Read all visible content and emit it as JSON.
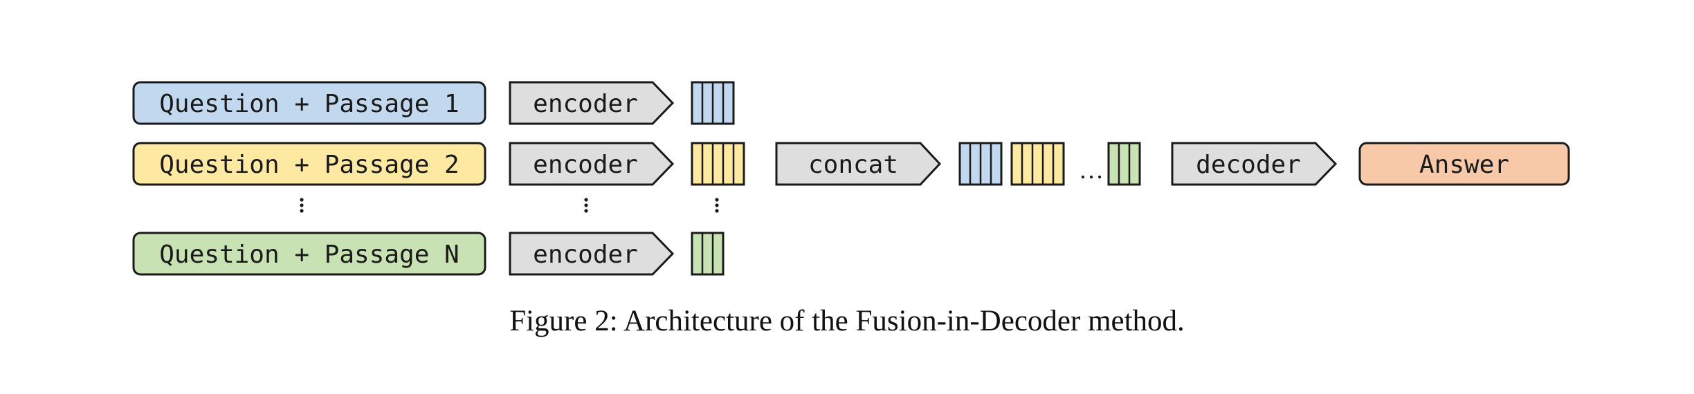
{
  "colors": {
    "passage_1": "#c2d8ee",
    "passage_2": "#fde9a2",
    "passage_n": "#c9e2b3",
    "block": "#dedede",
    "answer": "#f7c9a9",
    "stroke": "#1a1a1a"
  },
  "inputs": [
    {
      "label": "Question + Passage 1",
      "color_key": "passage_1",
      "token_count": 4
    },
    {
      "label": "Question + Passage 2",
      "color_key": "passage_2",
      "token_count": 5
    },
    {
      "label": "Question + Passage N",
      "color_key": "passage_n",
      "token_count": 3
    }
  ],
  "encoder_label": "encoder",
  "concat_label": "concat",
  "decoder_label": "decoder",
  "answer_label": "Answer",
  "ellipsis": "…",
  "caption": "Figure 2: Architecture of the Fusion-in-Decoder method."
}
